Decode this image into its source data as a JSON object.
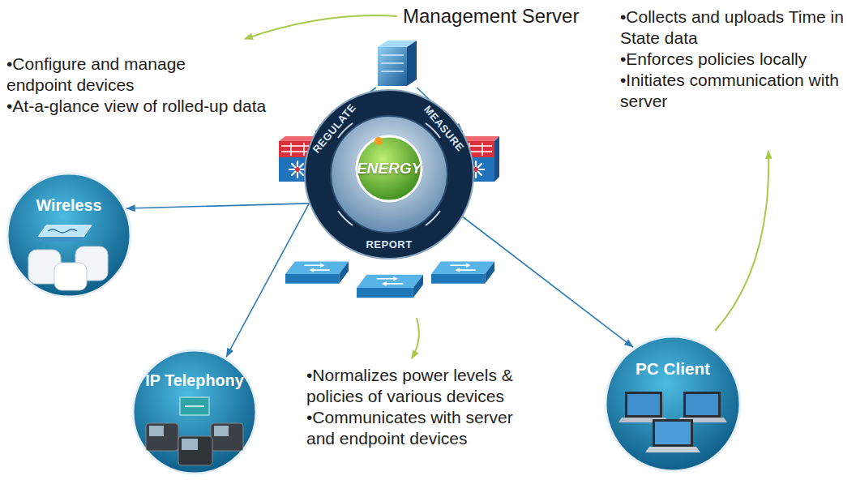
{
  "diagram": {
    "nodes": [
      {
        "text": [
          "Management Server"
        ]
      },
      {
        "text": [
          "REGULATE",
          "MEASURE",
          "ENERGY",
          "REPORT"
        ]
      },
      {
        "text": [
          "Wireless"
        ]
      },
      {
        "text": [
          "IP Telephony"
        ]
      },
      {
        "text": [
          "PC Client"
        ]
      }
    ],
    "edges": [
      {
        "from": 0,
        "to": 1,
        "arrow": "to"
      },
      {
        "from": 0,
        "to": 1,
        "arrow": "to"
      },
      {
        "from": 1,
        "to": 2,
        "arrow": "to"
      },
      {
        "from": 1,
        "to": 3,
        "arrow": "to"
      },
      {
        "from": 1,
        "to": 4,
        "arrow": "to"
      }
    ],
    "labels": [
      "•Configure and manage endpoint devices",
      "•At-a-glance view of rolled-up data",
      "•Collects and uploads Time in State data",
      "•Enforces policies locally",
      "•Initiates communication with server",
      "•Normalizes power levels & policies of various devices",
      "•Communicates with server and endpoint devices"
    ]
  }
}
